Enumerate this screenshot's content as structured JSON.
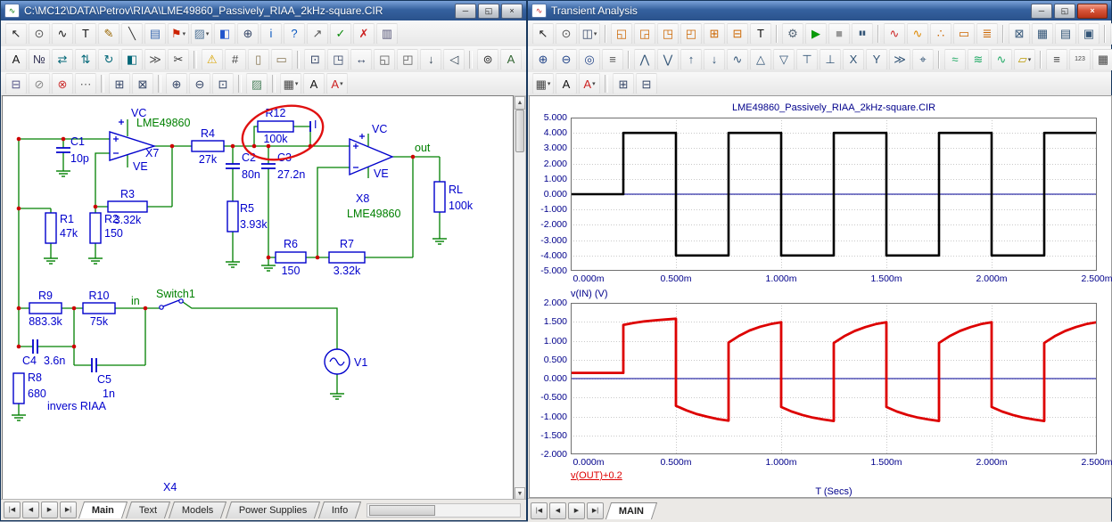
{
  "left_window": {
    "title": "C:\\MC12\\DATA\\Petrov\\RIAA\\LME49860_Passively_RIAA_2kHz-square.CIR",
    "controls": [
      {
        "n": "minimize-button",
        "g": "─"
      },
      {
        "n": "restore-button",
        "g": "◱"
      },
      {
        "n": "close-button",
        "g": "×"
      }
    ],
    "toolbar1": [
      {
        "n": "select-mode-icon",
        "g": "↖",
        "c": "#222222"
      },
      {
        "n": "component-mode-icon",
        "g": "⊙",
        "c": "#555555"
      },
      {
        "n": "wire-mode-icon",
        "g": "∿",
        "c": "#111111"
      },
      {
        "n": "text-mode-icon",
        "g": "T",
        "c": "#111111"
      },
      {
        "n": "graphics-mode-icon",
        "g": "✎",
        "c": "#996600"
      },
      {
        "n": "line-mode-icon",
        "g": "╲",
        "c": "#333333"
      },
      {
        "n": "monitor-icon",
        "g": "▤",
        "c": "#3a6ab0"
      },
      {
        "n": "flag-mode-icon",
        "g": "⚑",
        "c": "#cc2200",
        "dd": true
      },
      {
        "n": "picture-mode-icon",
        "g": "▨",
        "c": "#557799",
        "dd": true
      },
      {
        "n": "paint-icon",
        "g": "◧",
        "c": "#2255cc"
      },
      {
        "n": "zoom-select-icon",
        "g": "⊕",
        "c": "#334466"
      },
      {
        "n": "info-mode-icon",
        "g": "i",
        "c": "#0a58c0"
      },
      {
        "n": "help-mode-icon",
        "g": "?",
        "c": "#0a58c0"
      },
      {
        "n": "point-link-icon",
        "g": "↗",
        "c": "#555555"
      },
      {
        "n": "enable-icon",
        "g": "✓",
        "c": "#0a8a0a"
      },
      {
        "n": "disable-icon",
        "g": "✗",
        "c": "#cc2222"
      },
      {
        "n": "sheet-list-icon",
        "g": "▥",
        "c": "#555577"
      }
    ],
    "toolbar2": [
      {
        "n": "attribute-text-icon",
        "g": "A",
        "c": "#111111"
      },
      {
        "n": "node-numbers-icon",
        "g": "№",
        "c": "#333355"
      },
      {
        "n": "flip-horizontal-icon",
        "g": "⇄",
        "c": "#006677"
      },
      {
        "n": "flip-vertical-icon",
        "g": "⇅",
        "c": "#006677"
      },
      {
        "n": "rotate-icon",
        "g": "↻",
        "c": "#006677"
      },
      {
        "n": "mirror-icon",
        "g": "◧",
        "c": "#006677"
      },
      {
        "n": "step-box-icon",
        "g": "≫",
        "c": "#555555"
      },
      {
        "n": "cut-icon",
        "g": "✂",
        "c": "#333333"
      },
      {
        "sep": true
      },
      {
        "n": "warning-icon",
        "g": "⚠",
        "c": "#d9a400"
      },
      {
        "n": "grid-toggle-icon",
        "g": "#",
        "c": "#444444"
      },
      {
        "n": "border-icon",
        "g": "▯",
        "c": "#887755"
      },
      {
        "n": "title-block-icon",
        "g": "▭",
        "c": "#887755"
      },
      {
        "sep": true
      },
      {
        "n": "select-area-icon",
        "g": "⊡",
        "c": "#334466"
      },
      {
        "n": "zoom-area-icon",
        "g": "◳",
        "c": "#334466"
      },
      {
        "n": "pan-tool-icon",
        "g": "↔",
        "c": "#334466"
      },
      {
        "n": "shrink-view-icon",
        "g": "◱",
        "c": "#555555"
      },
      {
        "n": "grow-view-icon",
        "g": "◰",
        "c": "#555555"
      },
      {
        "n": "goto-flag-icon",
        "g": "↓",
        "c": "#334455"
      },
      {
        "n": "back-icon",
        "g": "◁",
        "c": "#334455"
      },
      {
        "sep": true
      },
      {
        "n": "find-icon",
        "g": "⊚",
        "c": "#333333"
      },
      {
        "n": "find-text-icon",
        "g": "A",
        "c": "#336633"
      }
    ],
    "toolbar3": [
      {
        "n": "box-tool-icon",
        "g": "⊟",
        "c": "#555588"
      },
      {
        "n": "clear-slot-icon",
        "g": "⊘",
        "c": "#888888"
      },
      {
        "n": "delete-slot-icon",
        "g": "⊗",
        "c": "#cc3333"
      },
      {
        "n": "more-options-icon",
        "g": "⋯",
        "c": "#666666"
      },
      {
        "sep": true
      },
      {
        "n": "copy-to-clipboard-icon",
        "g": "⊞",
        "c": "#334466"
      },
      {
        "n": "paste-icon",
        "g": "⊠",
        "c": "#334466"
      },
      {
        "sep": true
      },
      {
        "n": "zoom-in-icon",
        "g": "⊕",
        "c": "#334466"
      },
      {
        "n": "zoom-out-icon",
        "g": "⊖",
        "c": "#334466"
      },
      {
        "n": "zoom-fit-icon",
        "g": "⊡",
        "c": "#334466"
      },
      {
        "sep": true
      },
      {
        "n": "image-export-icon",
        "g": "▨",
        "c": "#558866"
      },
      {
        "sep": true
      },
      {
        "n": "grid-options-icon",
        "g": "▦",
        "c": "#444444",
        "dd": true
      },
      {
        "n": "font-size-icon",
        "g": "A",
        "c": "#111111"
      },
      {
        "n": "font-color-icon",
        "g": "A",
        "c": "#cc2222",
        "dd": true
      }
    ],
    "tab_nav": [
      {
        "n": "first-page-button",
        "g": "|◀"
      },
      {
        "n": "prev-page-button",
        "g": "◀"
      },
      {
        "n": "next-page-button",
        "g": "▶"
      },
      {
        "n": "last-page-button",
        "g": "▶|"
      }
    ],
    "tabs": [
      "Main",
      "Text",
      "Models",
      "Power Supplies",
      "Info"
    ],
    "schematic": {
      "wire_color": "#008000",
      "component_color": "#0000cc",
      "junction_color": "#cc0000",
      "annotation_color": "#e01010",
      "labels": {
        "vc1": "VC",
        "opamp1": "LME49860",
        "c1": "C1",
        "c1v": "10p",
        "x7": "X7",
        "ve1": "VE",
        "r4": "R4",
        "r4v": "27k",
        "r12": "R12",
        "r12v": "100k",
        "imark": "I",
        "r3": "R3",
        "r3v": "3.32k",
        "r1": "R1",
        "r1v": "47k",
        "r2": "R2",
        "r2v": "150",
        "c2": "C2",
        "c2v": "80n",
        "c3": "C3",
        "c3v": "27.2n",
        "r5": "R5",
        "r5v": "3.93k",
        "r6": "R6",
        "r6v": "150",
        "r7": "R7",
        "r7v": "3.32k",
        "vc2": "VC",
        "ve2": "VE",
        "x8": "X8",
        "opamp2": "LME49860",
        "out": "out",
        "rl": "RL",
        "rlv": "100k",
        "r9": "R9",
        "r9v": "883.3k",
        "r10": "R10",
        "r10v": "75k",
        "inlab": "in",
        "sw": "Switch1",
        "v1": "V1",
        "c4": "C4",
        "c4v": "3.6n",
        "c5": "C5",
        "c5v": "1n",
        "r8": "R8",
        "r8v": "680",
        "inv": "invers RIAA",
        "x4": "X4"
      }
    }
  },
  "right_window": {
    "title": "Transient Analysis",
    "controls": [
      {
        "n": "minimize-button",
        "g": "─"
      },
      {
        "n": "restore-button",
        "g": "◱"
      },
      {
        "n": "close-button",
        "g": "×"
      }
    ],
    "toolbar1": [
      {
        "n": "select-mode-icon",
        "g": "↖",
        "c": "#222222"
      },
      {
        "n": "pan-mode-icon",
        "g": "⊙",
        "c": "#555555"
      },
      {
        "n": "graph-mode-icon",
        "g": "◫",
        "c": "#334466",
        "dd": true
      },
      {
        "sep": true
      },
      {
        "n": "scale-mode-icon",
        "g": "◱",
        "c": "#cc6600"
      },
      {
        "n": "cursor-mode-icon",
        "g": "◲",
        "c": "#cc6600"
      },
      {
        "n": "point-tag-icon",
        "g": "◳",
        "c": "#cc6600"
      },
      {
        "n": "horizontal-tag-icon",
        "g": "◰",
        "c": "#cc6600"
      },
      {
        "n": "vertical-tag-icon",
        "g": "⊞",
        "c": "#cc6600"
      },
      {
        "n": "performance-tag-icon",
        "g": "⊟",
        "c": "#cc6600"
      },
      {
        "n": "text-mode-icon",
        "g": "T",
        "c": "#111111"
      },
      {
        "sep": true
      },
      {
        "n": "properties-icon",
        "g": "⚙",
        "c": "#556677"
      },
      {
        "n": "run-icon",
        "g": "▶",
        "c": "#0a9a0a"
      },
      {
        "n": "stop-icon",
        "g": "■",
        "c": "#999999"
      },
      {
        "n": "pause-icon",
        "g": "▮▮",
        "c": "#335577"
      },
      {
        "sep": true
      },
      {
        "n": "reduce-data-icon",
        "g": "∿",
        "c": "#cc2222"
      },
      {
        "n": "accumulate-icon",
        "g": "∿",
        "c": "#dd8800"
      },
      {
        "n": "data-points-icon",
        "g": "∴",
        "c": "#cc6600"
      },
      {
        "n": "ruler-icon",
        "g": "▭",
        "c": "#cc6600"
      },
      {
        "n": "tokens-icon",
        "g": "≣",
        "c": "#cc6600"
      },
      {
        "sep": true
      },
      {
        "n": "pkey-icon",
        "g": "⊠",
        "c": "#335577"
      },
      {
        "n": "data-table-icon",
        "g": "▦",
        "c": "#335577"
      },
      {
        "n": "watch-icon",
        "g": "▤",
        "c": "#335577"
      },
      {
        "n": "breakpoint-icon",
        "g": "▣",
        "c": "#335577"
      },
      {
        "sep": true
      },
      {
        "n": "horizontal-split-icon",
        "g": "▥",
        "c": "#335577"
      },
      {
        "n": "panel-icon",
        "g": "⊞",
        "c": "#335577"
      }
    ],
    "toolbar2": [
      {
        "n": "zoom-in-icon",
        "g": "⊕",
        "c": "#224488"
      },
      {
        "n": "zoom-out-icon",
        "g": "⊖",
        "c": "#224488"
      },
      {
        "n": "zoom-fit-icon",
        "g": "◎",
        "c": "#224488"
      },
      {
        "n": "zoom-auto-icon",
        "g": "≡",
        "c": "#555555"
      },
      {
        "sep": true
      },
      {
        "n": "go-to-peak-icon",
        "g": "⋀",
        "c": "#335577"
      },
      {
        "n": "go-to-valley-icon",
        "g": "⋁",
        "c": "#335577"
      },
      {
        "n": "go-to-high-icon",
        "g": "↑",
        "c": "#335577"
      },
      {
        "n": "go-to-low-icon",
        "g": "↓",
        "c": "#335577"
      },
      {
        "n": "inflection-icon",
        "g": "∿",
        "c": "#335577"
      },
      {
        "n": "global-high-icon",
        "g": "△",
        "c": "#335577"
      },
      {
        "n": "global-low-icon",
        "g": "▽",
        "c": "#335577"
      },
      {
        "n": "top-icon",
        "g": "⊤",
        "c": "#335577"
      },
      {
        "n": "bottom-icon",
        "g": "⊥",
        "c": "#335577"
      },
      {
        "n": "go-to-x-icon",
        "g": "X",
        "c": "#335577"
      },
      {
        "n": "go-to-y-icon",
        "g": "Y",
        "c": "#335577"
      },
      {
        "n": "next-branch-icon",
        "g": "≫",
        "c": "#335577"
      },
      {
        "n": "tag-point-icon",
        "g": "⌖",
        "c": "#335577"
      },
      {
        "sep": true
      },
      {
        "n": "envelope-icon",
        "g": "≈",
        "c": "#22aa66"
      },
      {
        "n": "smoothing-icon",
        "g": "≋",
        "c": "#22aa66"
      },
      {
        "n": "fft-window-icon",
        "g": "∿",
        "c": "#22aa66"
      },
      {
        "n": "waveform-buffer-icon",
        "g": "▱",
        "c": "#bb9900",
        "dd": true
      },
      {
        "sep": true
      },
      {
        "n": "output-list-icon",
        "g": "≡",
        "c": "#444444"
      },
      {
        "n": "numeric-output-icon",
        "g": "123",
        "c": "#444444"
      },
      {
        "n": "state-variables-icon",
        "g": "▦",
        "c": "#444444"
      },
      {
        "n": "cursor-window-icon",
        "g": "⊞",
        "c": "#444444"
      },
      {
        "sep": true
      },
      {
        "n": "magnify-in-icon",
        "g": "⊕",
        "c": "#224488"
      },
      {
        "n": "magnify-out-icon",
        "g": "⊖",
        "c": "#224488"
      },
      {
        "n": "help-icon",
        "g": "?",
        "c": "#224488"
      }
    ],
    "toolbar3": [
      {
        "n": "grid-options-icon",
        "g": "▦",
        "c": "#444444",
        "dd": true
      },
      {
        "n": "font-size-icon",
        "g": "A",
        "c": "#111111"
      },
      {
        "n": "font-color-icon",
        "g": "A",
        "c": "#cc2222",
        "dd": true
      },
      {
        "sep": true
      },
      {
        "n": "copy-graph-icon",
        "g": "⊞",
        "c": "#334466"
      },
      {
        "n": "copy-window-icon",
        "g": "⊟",
        "c": "#334466"
      }
    ],
    "tab_nav": [
      {
        "n": "first-page-button",
        "g": "|◀"
      },
      {
        "n": "prev-page-button",
        "g": "◀"
      },
      {
        "n": "next-page-button",
        "g": "▶"
      },
      {
        "n": "last-page-button",
        "g": "▶|"
      }
    ],
    "tabs": [
      "MAIN"
    ]
  },
  "chart_data": [
    {
      "type": "line",
      "title": "LME49860_Passively_RIAA_2kHz-square.CIR",
      "ylabel": "v(IN) (V)",
      "ylabel_color": "#00008b",
      "ylabel_underline": false,
      "xlabel": "",
      "xlim": [
        0,
        2.5
      ],
      "ylim": [
        -5,
        5
      ],
      "grid": true,
      "xtick_vals": [
        0,
        0.5,
        1.0,
        1.5,
        2.0,
        2.5
      ],
      "xtick_labels": [
        "0.000m",
        "0.500m",
        "1.000m",
        "1.500m",
        "2.000m",
        "2.500m"
      ],
      "ytick_vals": [
        5,
        4,
        3,
        2,
        1,
        0,
        -1,
        -2,
        -3,
        -4,
        -5
      ],
      "ytick_labels": [
        "5.000",
        "4.000",
        "3.000",
        "2.000",
        "1.000",
        "0.000",
        "-1.000",
        "-2.000",
        "-3.000",
        "-4.000",
        "-5.000"
      ],
      "series": [
        {
          "name": "v(IN)",
          "color": "#000000",
          "width": 2.6,
          "x": [
            0,
            0.25,
            0.25,
            0.5,
            0.5,
            0.75,
            0.75,
            1.0,
            1.0,
            1.25,
            1.25,
            1.5,
            1.5,
            1.75,
            1.75,
            2.0,
            2.0,
            2.25,
            2.25,
            2.5
          ],
          "y": [
            0,
            0,
            4,
            4,
            -4,
            -4,
            4,
            4,
            -4,
            -4,
            4,
            4,
            -4,
            -4,
            4,
            4,
            -4,
            -4,
            4,
            4
          ]
        }
      ]
    },
    {
      "type": "line",
      "title": "",
      "ylabel": "v(OUT)+0.2",
      "ylabel_color": "#dd0000",
      "ylabel_underline": true,
      "xlabel": "T (Secs)",
      "xlim": [
        0,
        2.5
      ],
      "ylim": [
        -2,
        2
      ],
      "grid": true,
      "xtick_vals": [
        0,
        0.5,
        1.0,
        1.5,
        2.0,
        2.5
      ],
      "xtick_labels": [
        "0.000m",
        "0.500m",
        "1.000m",
        "1.500m",
        "2.000m",
        "2.500m"
      ],
      "ytick_vals": [
        2,
        1.5,
        1,
        0.5,
        0,
        -0.5,
        -1,
        -1.5,
        -2
      ],
      "ytick_labels": [
        "2.000",
        "1.500",
        "1.000",
        "0.500",
        "0.000",
        "-0.500",
        "-1.000",
        "-1.500",
        "-2.000"
      ],
      "series": [
        {
          "name": "v(OUT)+0.2",
          "color": "#dd0000",
          "width": 2.8,
          "x": [
            0,
            0.25,
            0.25,
            0.3,
            0.35,
            0.4,
            0.45,
            0.5,
            0.5,
            0.55,
            0.6,
            0.65,
            0.7,
            0.75,
            0.75,
            0.8,
            0.85,
            0.9,
            0.95,
            1.0,
            1.0,
            1.05,
            1.1,
            1.15,
            1.2,
            1.25,
            1.25,
            1.3,
            1.35,
            1.4,
            1.45,
            1.5,
            1.5,
            1.55,
            1.6,
            1.65,
            1.7,
            1.75,
            1.75,
            1.8,
            1.85,
            1.9,
            1.95,
            2.0,
            2.0,
            2.05,
            2.1,
            2.15,
            2.2,
            2.25,
            2.25,
            2.3,
            2.35,
            2.4,
            2.45,
            2.5
          ],
          "y": [
            0.15,
            0.15,
            1.42,
            1.47,
            1.51,
            1.54,
            1.56,
            1.58,
            -0.72,
            -0.84,
            -0.94,
            -1.01,
            -1.07,
            -1.11,
            0.95,
            1.13,
            1.27,
            1.37,
            1.44,
            1.49,
            -0.75,
            -0.87,
            -0.96,
            -1.03,
            -1.08,
            -1.12,
            0.94,
            1.12,
            1.26,
            1.36,
            1.44,
            1.49,
            -0.75,
            -0.87,
            -0.96,
            -1.03,
            -1.08,
            -1.12,
            0.94,
            1.12,
            1.26,
            1.36,
            1.44,
            1.49,
            -0.75,
            -0.87,
            -0.96,
            -1.03,
            -1.08,
            -1.12,
            0.94,
            1.12,
            1.26,
            1.36,
            1.44,
            1.49
          ]
        }
      ]
    }
  ]
}
